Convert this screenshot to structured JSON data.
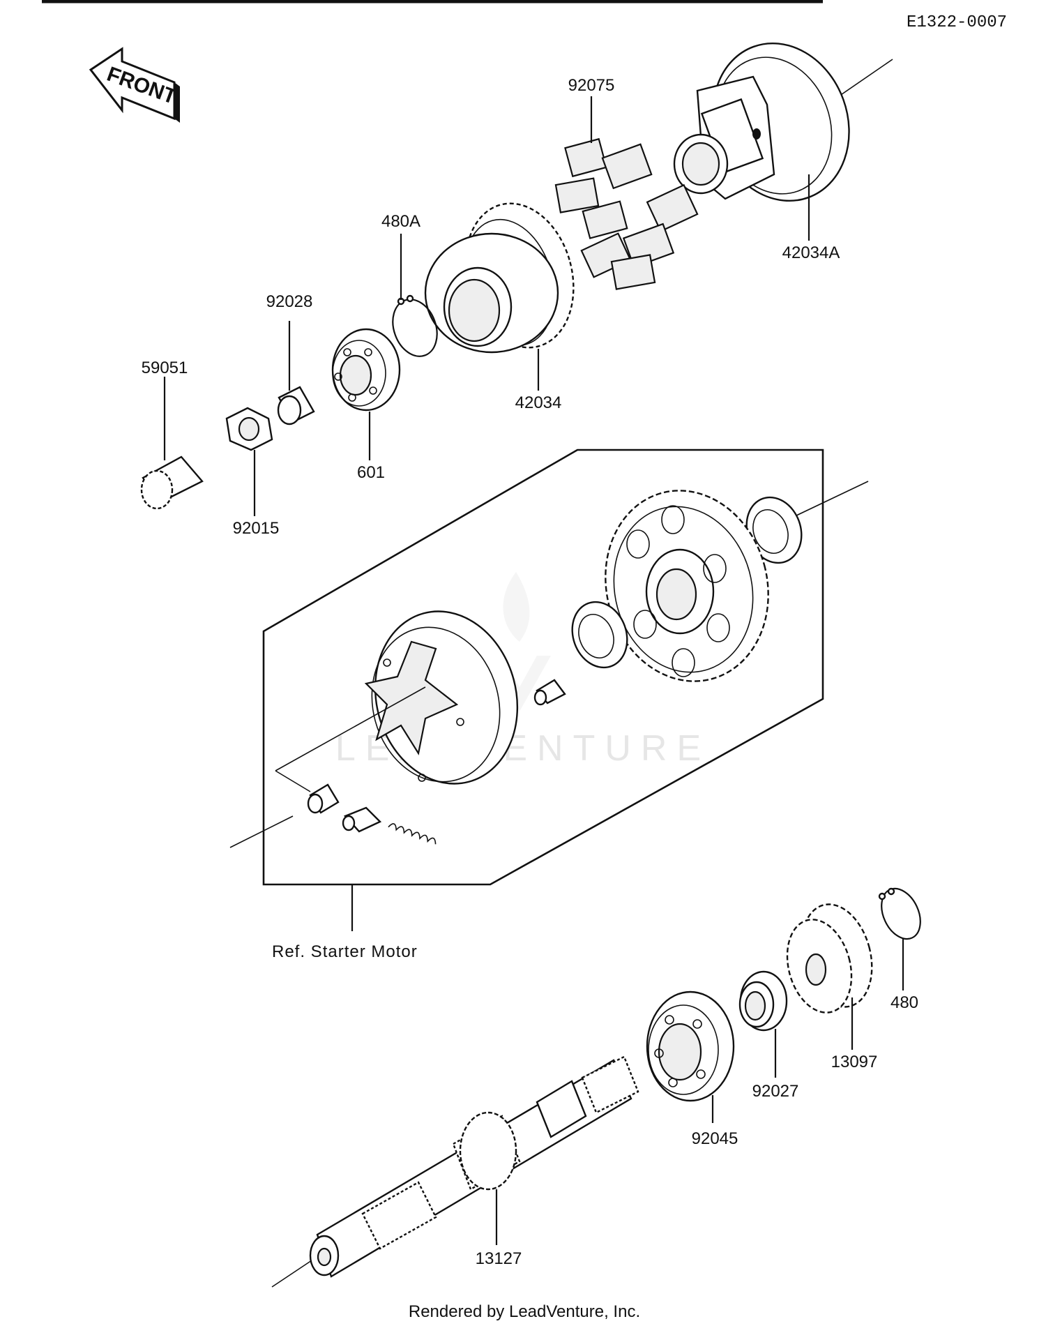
{
  "diagram_code": "E1322-0007",
  "front_arrow_text": "FRONT",
  "group_label": "Ref. Starter Motor",
  "watermark": "LEADVENTURE",
  "footer": "Rendered by LeadVenture, Inc.",
  "callouts": {
    "p92075": "92075",
    "p42034A": "42034A",
    "p480A": "480A",
    "p92028": "92028",
    "p59051": "59051",
    "p42034": "42034",
    "p601": "601",
    "p92015": "92015",
    "p480": "480",
    "p13097": "13097",
    "p92027": "92027",
    "p92045": "92045",
    "p13127": "13127"
  }
}
